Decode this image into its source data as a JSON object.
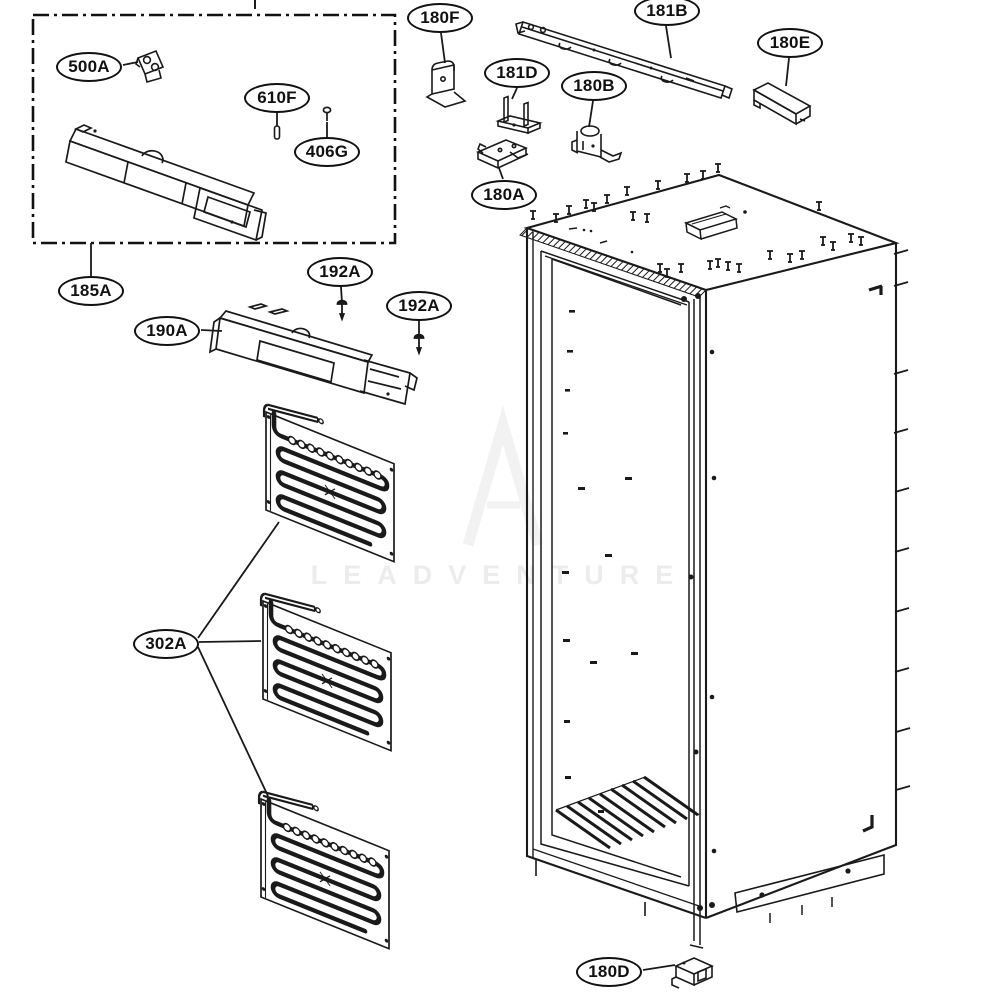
{
  "watermark": {
    "text": "LEADVENTURE"
  },
  "colors": {
    "line": "#1a1a1a",
    "background": "#ffffff"
  },
  "callouts": [
    {
      "part": "500A"
    },
    {
      "part": "610F"
    },
    {
      "part": "406G"
    },
    {
      "part": "185A"
    },
    {
      "part": "180F"
    },
    {
      "part": "181D"
    },
    {
      "part": "180B"
    },
    {
      "part": "180A"
    },
    {
      "part": "181B"
    },
    {
      "part": "180E"
    },
    {
      "part": "192A"
    },
    {
      "part": "192A"
    },
    {
      "part": "190A"
    },
    {
      "part": "302A"
    },
    {
      "part": "180D"
    }
  ]
}
